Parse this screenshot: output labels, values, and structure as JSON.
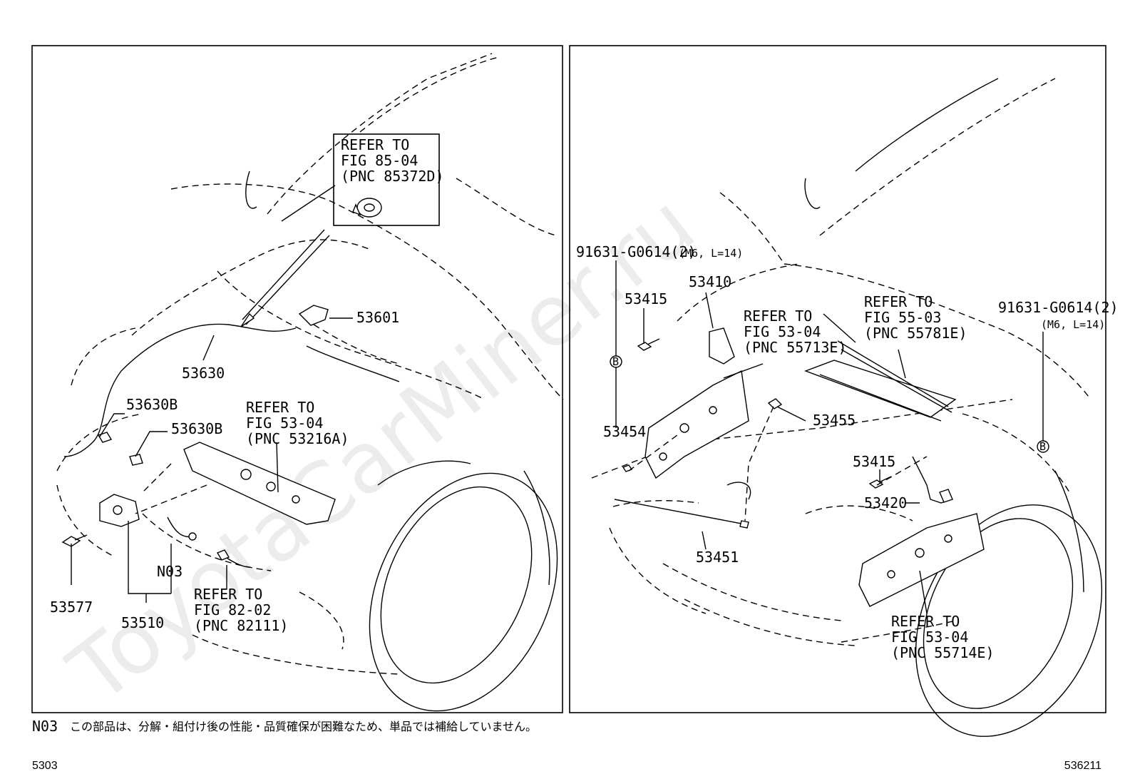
{
  "watermark": "ToyotaCarMiner.ru",
  "left_panel": {
    "refer_boxed": [
      "REFER TO",
      "FIG 85-04",
      "(PNC 85372D)"
    ],
    "parts": {
      "p53601": "53601",
      "p53630": "53630",
      "p53630b_1": "53630B",
      "p53630b_2": "53630B",
      "p53577": "53577",
      "p53510": "53510",
      "n03": "N03"
    },
    "refer_53216": [
      "REFER TO",
      "FIG 53-04",
      "(PNC 53216A)"
    ],
    "refer_82111": [
      "REFER TO",
      "FIG 82-02",
      "(PNC 82111)"
    ]
  },
  "right_panel": {
    "bolt_left": "91631-G0614(2)",
    "bolt_left_spec": "(M6, L=14)",
    "bolt_right": "91631-G0614(2)",
    "bolt_right_spec": "(M6, L=14)",
    "marker": "B",
    "parts": {
      "p53410": "53410",
      "p53415_1": "53415",
      "p53415_2": "53415",
      "p53454": "53454",
      "p53455": "53455",
      "p53420": "53420",
      "p53451": "53451"
    },
    "refer_55713": [
      "REFER TO",
      "FIG 53-04",
      "(PNC 55713E)"
    ],
    "refer_55781": [
      "REFER TO",
      "FIG 55-03",
      "(PNC 55781E)"
    ],
    "refer_55714": [
      "REFER TO",
      "FIG 53-04",
      "(PNC 55714E)"
    ]
  },
  "footnote": {
    "code": "N03",
    "text": "この部品は、分解・組付け後の性能・品質確保が困難なため、単品では補給していません。"
  },
  "footer": {
    "left": "5303",
    "right": "536211"
  }
}
